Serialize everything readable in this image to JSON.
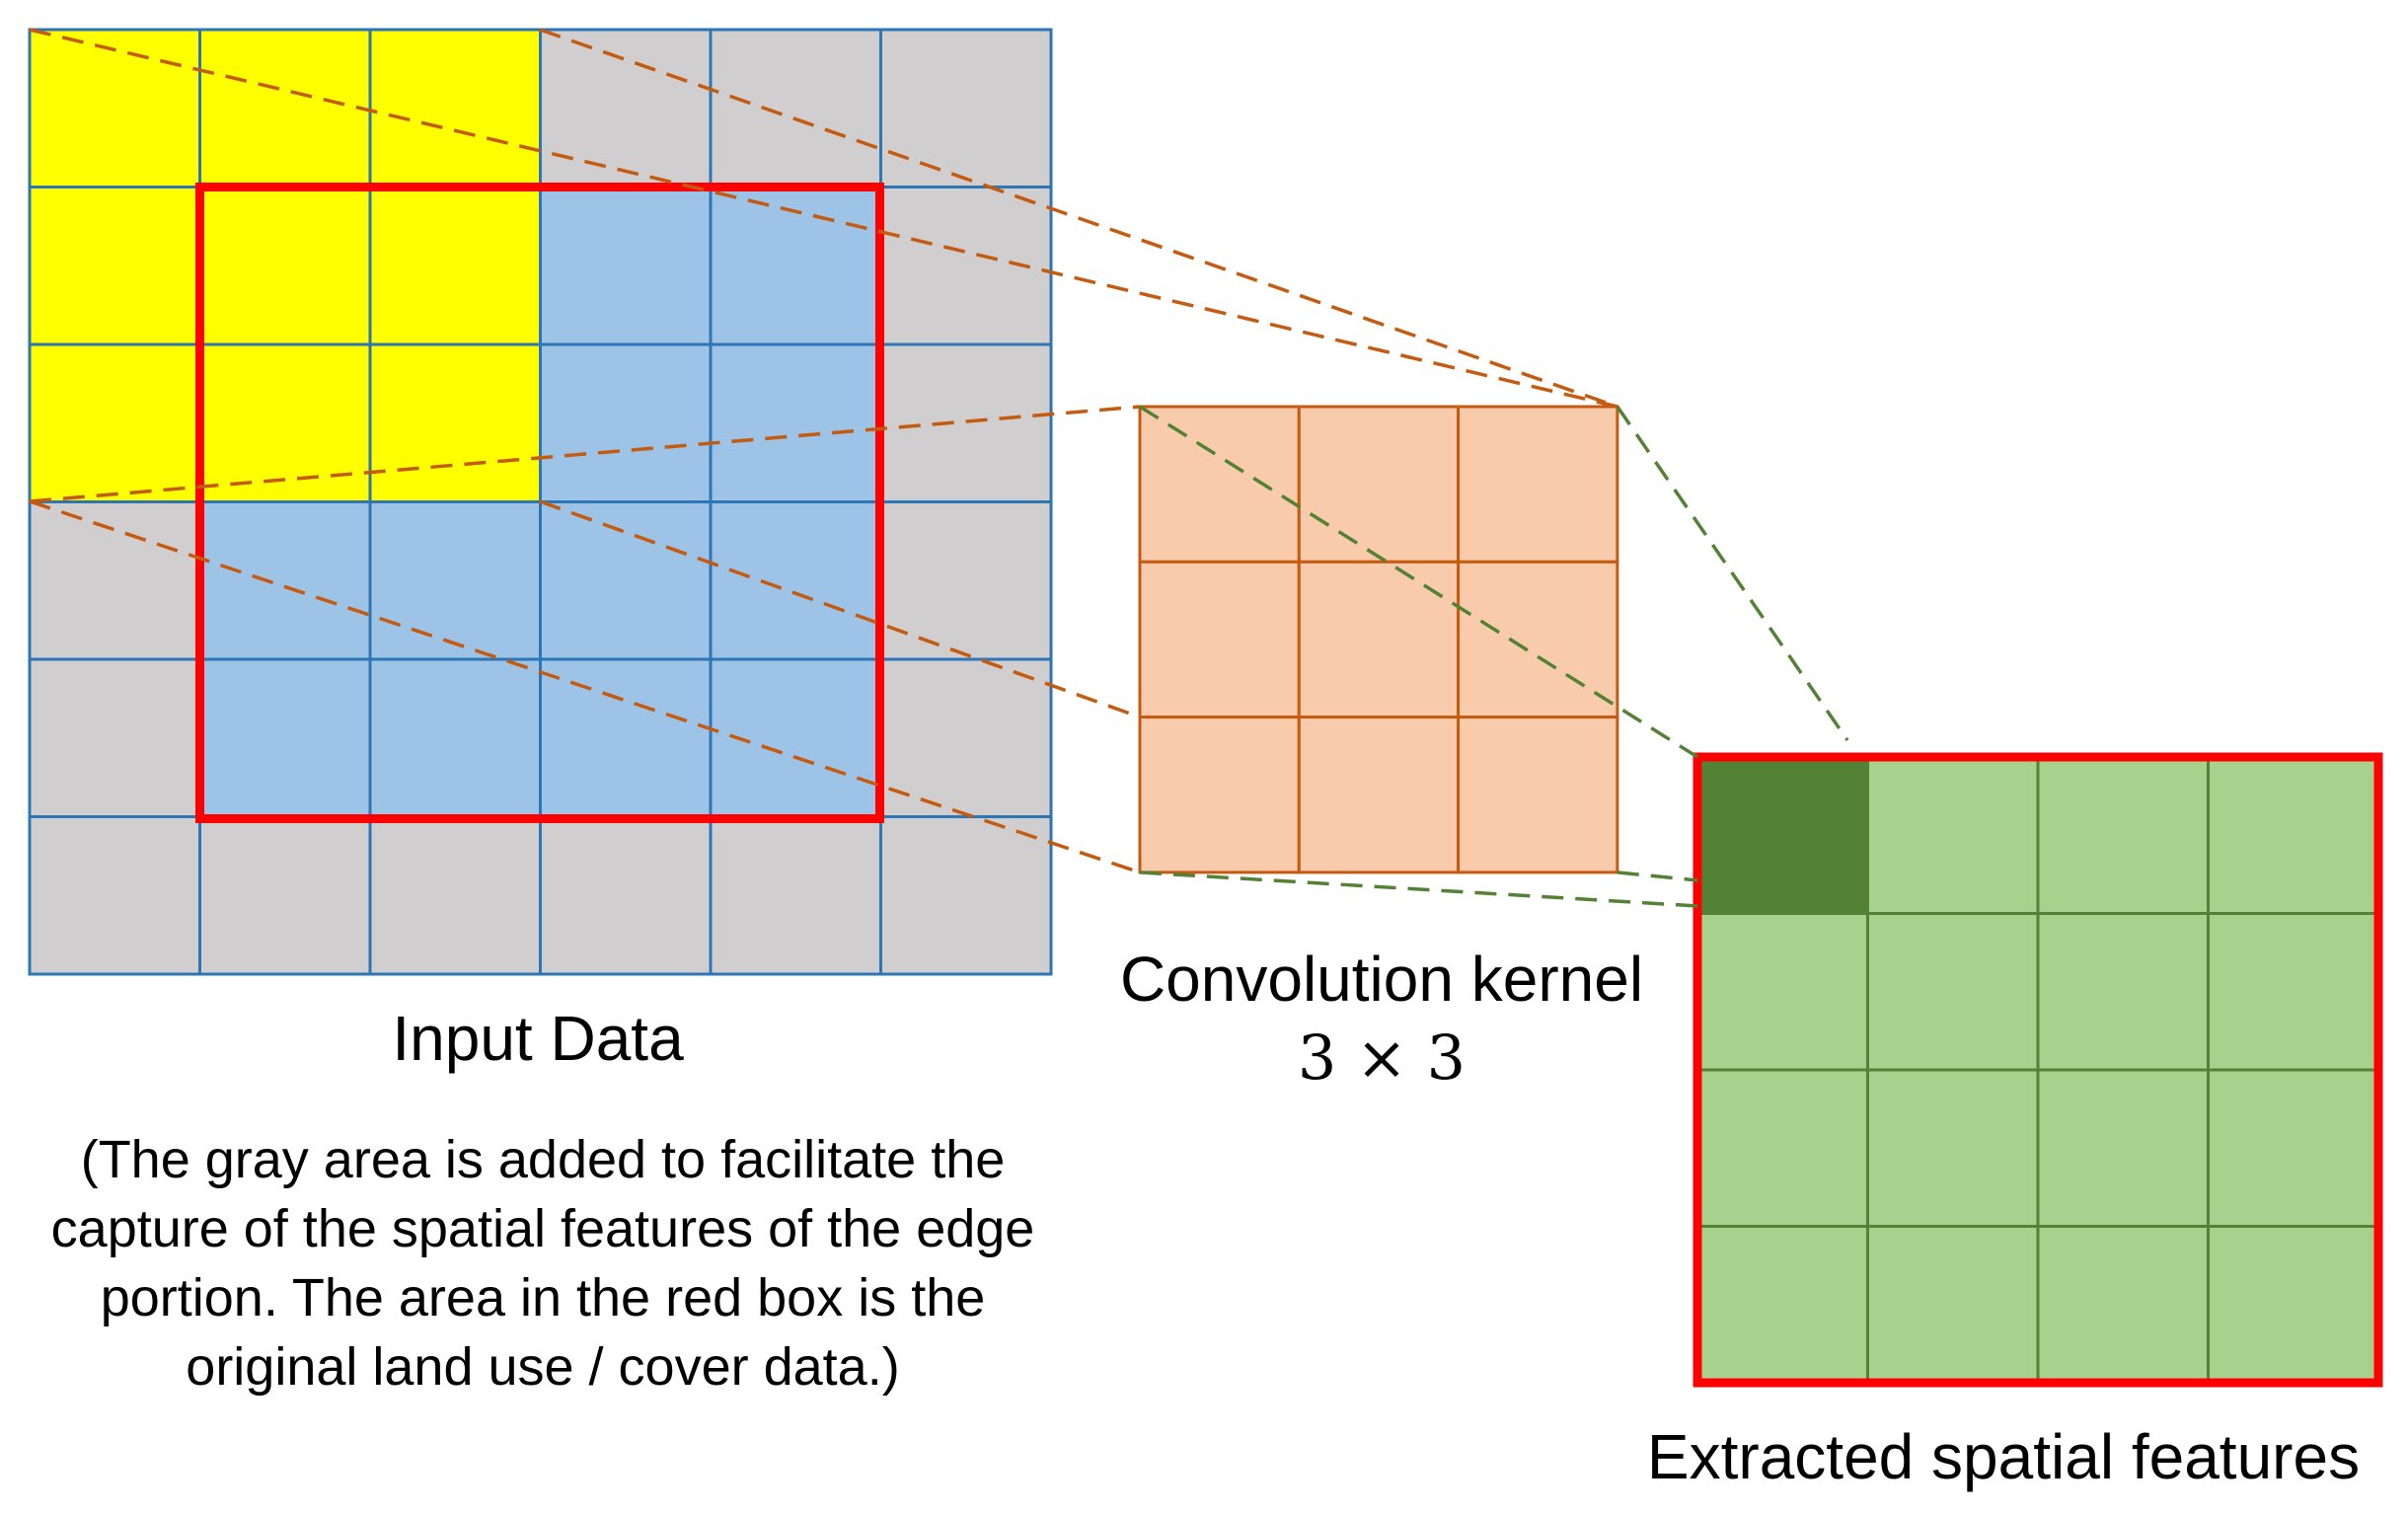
{
  "input": {
    "label": "Input Data",
    "note": "(The gray area is added to facilitate the capture of the spatial features of the edge portion. The area in the red box is the original land use / cover data.)",
    "rows": 6,
    "cols": 6,
    "cells": [
      [
        "yellow",
        "yellow",
        "yellow",
        "gray",
        "gray",
        "gray"
      ],
      [
        "yellow",
        "yellow",
        "yellow",
        "blue",
        "blue",
        "gray"
      ],
      [
        "yellow",
        "yellow",
        "yellow",
        "blue",
        "blue",
        "gray"
      ],
      [
        "gray",
        "blue",
        "blue",
        "blue",
        "blue",
        "gray"
      ],
      [
        "gray",
        "blue",
        "blue",
        "blue",
        "blue",
        "gray"
      ],
      [
        "gray",
        "gray",
        "gray",
        "gray",
        "gray",
        "gray"
      ]
    ]
  },
  "kernel": {
    "label": "Convolution kernel",
    "size_label": "3 × 3",
    "rows": 3,
    "cols": 3
  },
  "output": {
    "label": "Extracted spatial features",
    "rows": 4,
    "cols": 4,
    "highlight_cell": [
      0,
      0
    ]
  },
  "colors": {
    "yellow": "#FFFF00",
    "blue": "#9DC3E6",
    "gray": "#D0CECE",
    "input_grid": "#2E75B6",
    "kernel_fill": "#F8CBAD",
    "kernel_grid": "#C55A11",
    "output_fill": "#A9D18E",
    "output_highlight": "#538135",
    "output_grid": "#548235",
    "red_box": "#FF0000",
    "orange_dash": "#C55A11",
    "green_dash": "#548235"
  }
}
